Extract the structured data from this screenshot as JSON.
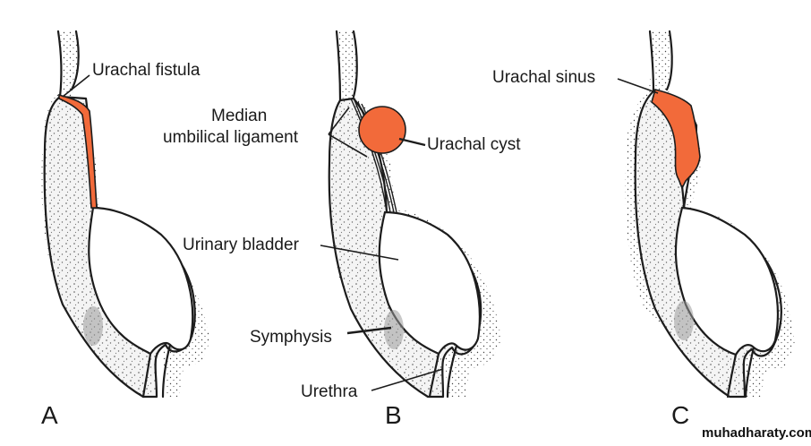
{
  "colors": {
    "urachal_remnant": "#f26a3a",
    "outline": "#1c1c1c",
    "wall_fill": "#f4f4f4",
    "symphysis": "#9a9a9a"
  },
  "panels": [
    {
      "letter": "A",
      "labels": [
        "Urachal fistula"
      ]
    },
    {
      "letter": "B",
      "labels": [
        "Median",
        "umbilical ligament",
        "Urachal cyst",
        "Urinary bladder",
        "Symphysis",
        "Urethra"
      ]
    },
    {
      "letter": "C",
      "labels": [
        "Urachal sinus"
      ]
    }
  ],
  "watermark": "muhadharaty.com"
}
